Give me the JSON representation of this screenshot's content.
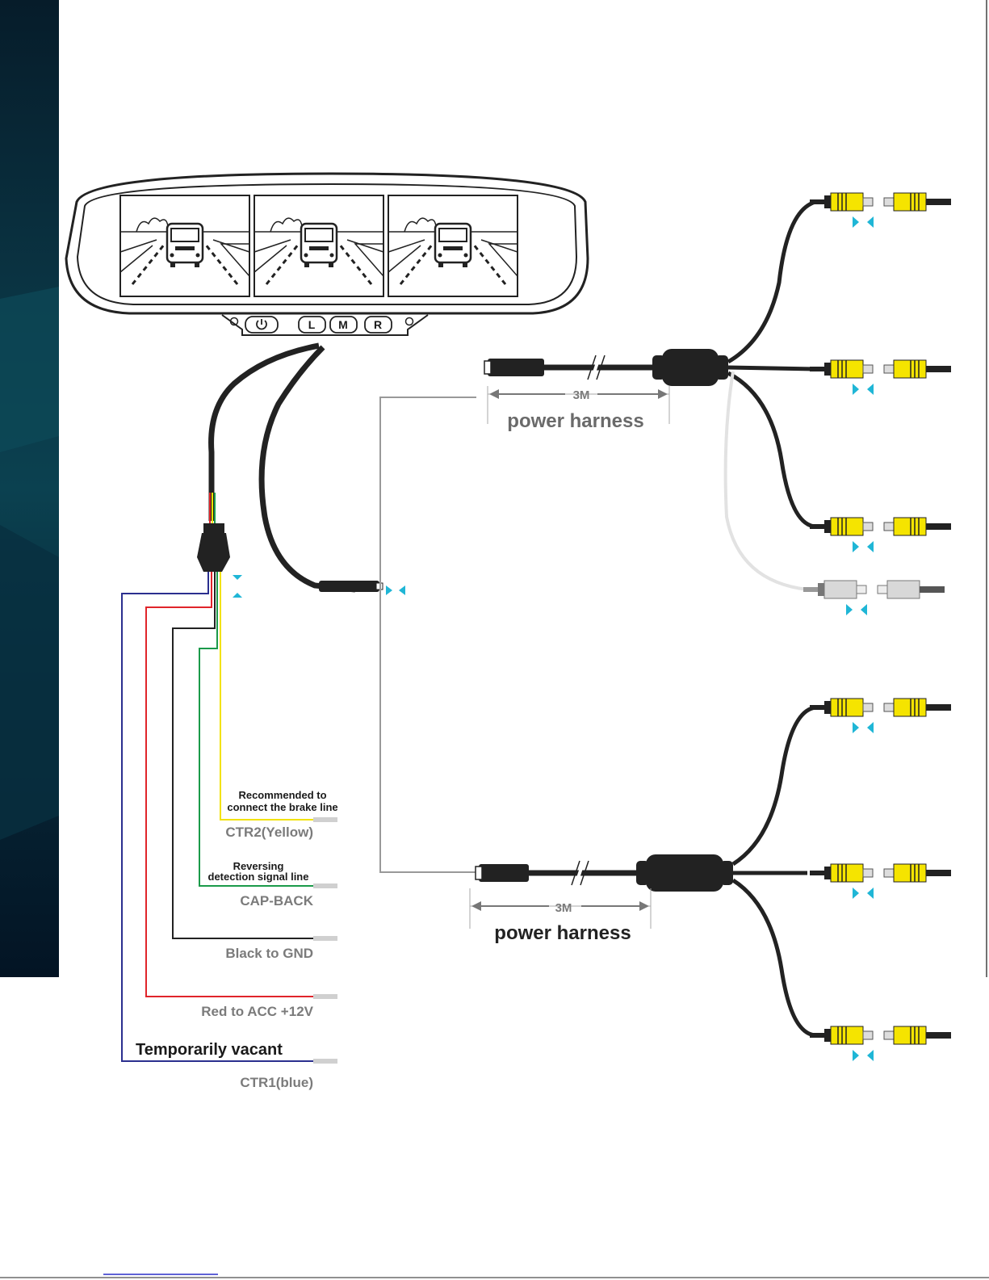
{
  "mirror": {
    "buttons": [
      "L",
      "M",
      "R"
    ],
    "power_symbol": "power-icon"
  },
  "harness_top": {
    "length": "3M",
    "label": "power harness"
  },
  "harness_bottom": {
    "length": "3M",
    "label": "power harness"
  },
  "wires": {
    "ctr2": {
      "label": "CTR2(Yellow)",
      "note_line1": "Recommended to",
      "note_line2": "connect the brake line"
    },
    "cap_back": {
      "label": "CAP-BACK",
      "note_line1": "Reversing",
      "note_line2": "detection signal line"
    },
    "gnd": {
      "label": "Black to GND"
    },
    "acc": {
      "label": "Red to ACC +12V"
    },
    "ctr1": {
      "label": "CTR1(blue)",
      "note": "Temporarily vacant"
    }
  },
  "colors": {
    "sidebar_dark": "#061c2a",
    "sidebar_teal": "#0b4150",
    "rca_yellow": "#f5e400",
    "arrow_cyan": "#1fb6d6",
    "wire_blue": "#2b2f8f",
    "wire_red": "#e0242a",
    "wire_green": "#1b9a4a",
    "wire_yellow": "#f2e200",
    "wire_black": "#222222"
  }
}
